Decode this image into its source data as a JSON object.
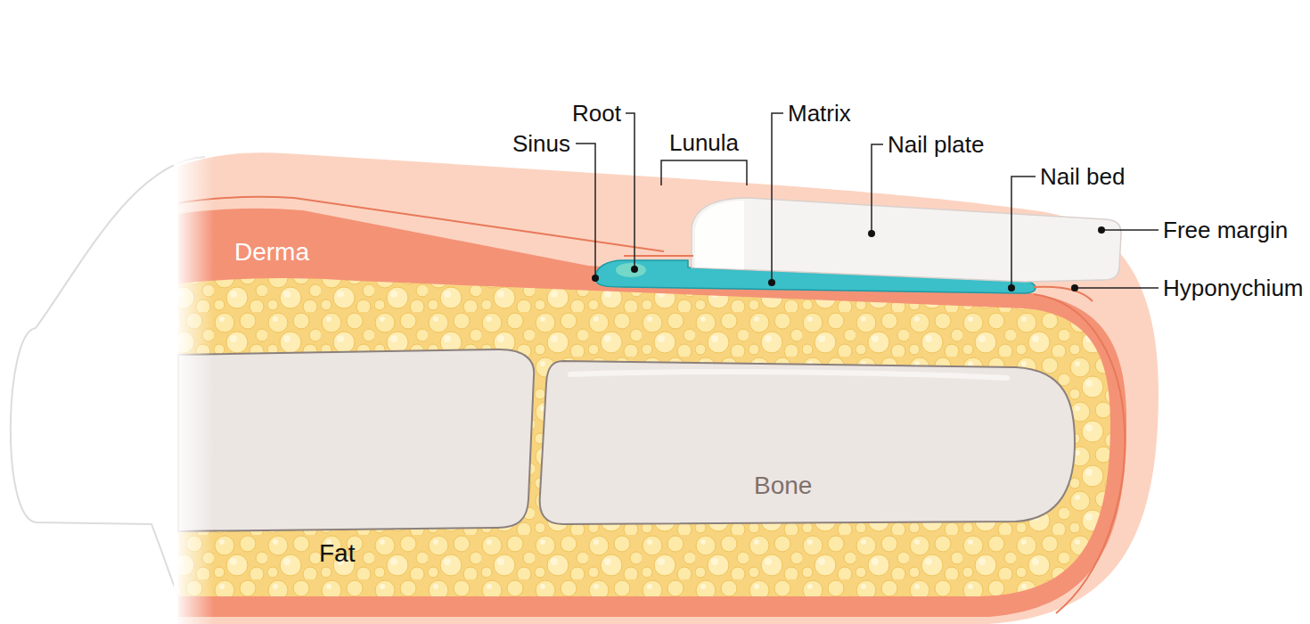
{
  "diagram": {
    "labels": [
      "Root",
      "Sinus",
      "Lunula",
      "Matrix",
      "Nail plate",
      "Nail bed",
      "Free margin",
      "Hyponychium",
      "Derma",
      "Fat",
      "Bone"
    ]
  }
}
